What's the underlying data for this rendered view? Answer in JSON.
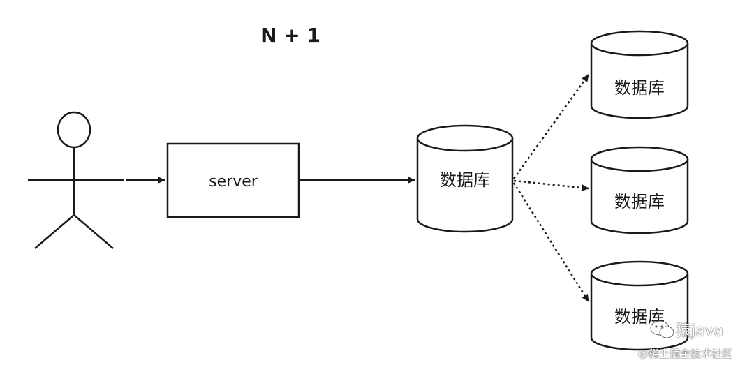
{
  "title": "N + 1",
  "server_label": "server",
  "db_labels": {
    "main": "数据库",
    "top": "数据库",
    "middle": "数据库",
    "bottom": "数据库"
  },
  "watermark": {
    "brand": "猿java",
    "site": "@稀土掘金技术社区"
  },
  "colors": {
    "stroke": "#1a1a1a",
    "background": "#ffffff"
  }
}
